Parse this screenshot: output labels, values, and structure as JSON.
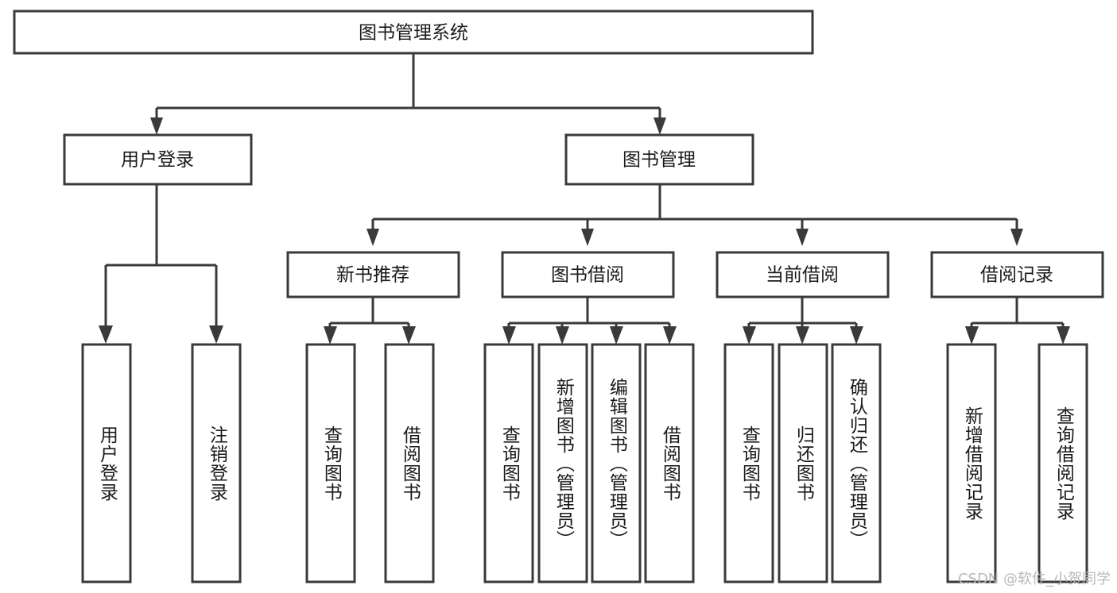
{
  "diagram": {
    "title": "图书管理系统",
    "type": "tree",
    "watermark": "CSDN @软件_小贺同学",
    "colors": {
      "stroke": "#3a3a3a",
      "box_fill": "#ffffff",
      "text": "#1a1a1a",
      "watermark": "#b9b9b9",
      "background": "#ffffff"
    },
    "root": {
      "label": "图书管理系统"
    },
    "level2": [
      {
        "label": "用户登录"
      },
      {
        "label": "图书管理"
      }
    ],
    "level3": [
      {
        "label": "新书推荐"
      },
      {
        "label": "图书借阅"
      },
      {
        "label": "当前借阅"
      },
      {
        "label": "借阅记录"
      }
    ],
    "leaves": {
      "user_login": [
        {
          "label": "用户登录"
        },
        {
          "label": "注销登录"
        }
      ],
      "new_book_recommend": [
        {
          "label": "查询图书"
        },
        {
          "label": "借阅图书"
        }
      ],
      "book_borrow": [
        {
          "label": "查询图书"
        },
        {
          "label": "新增图书（管理员）"
        },
        {
          "label": "编辑图书（管理员）"
        },
        {
          "label": "借阅图书"
        }
      ],
      "current_borrow": [
        {
          "label": "查询图书"
        },
        {
          "label": "归还图书"
        },
        {
          "label": "确认归还（管理员）"
        }
      ],
      "borrow_record": [
        {
          "label": "新增借阅记录"
        },
        {
          "label": "查询借阅记录"
        }
      ]
    }
  }
}
